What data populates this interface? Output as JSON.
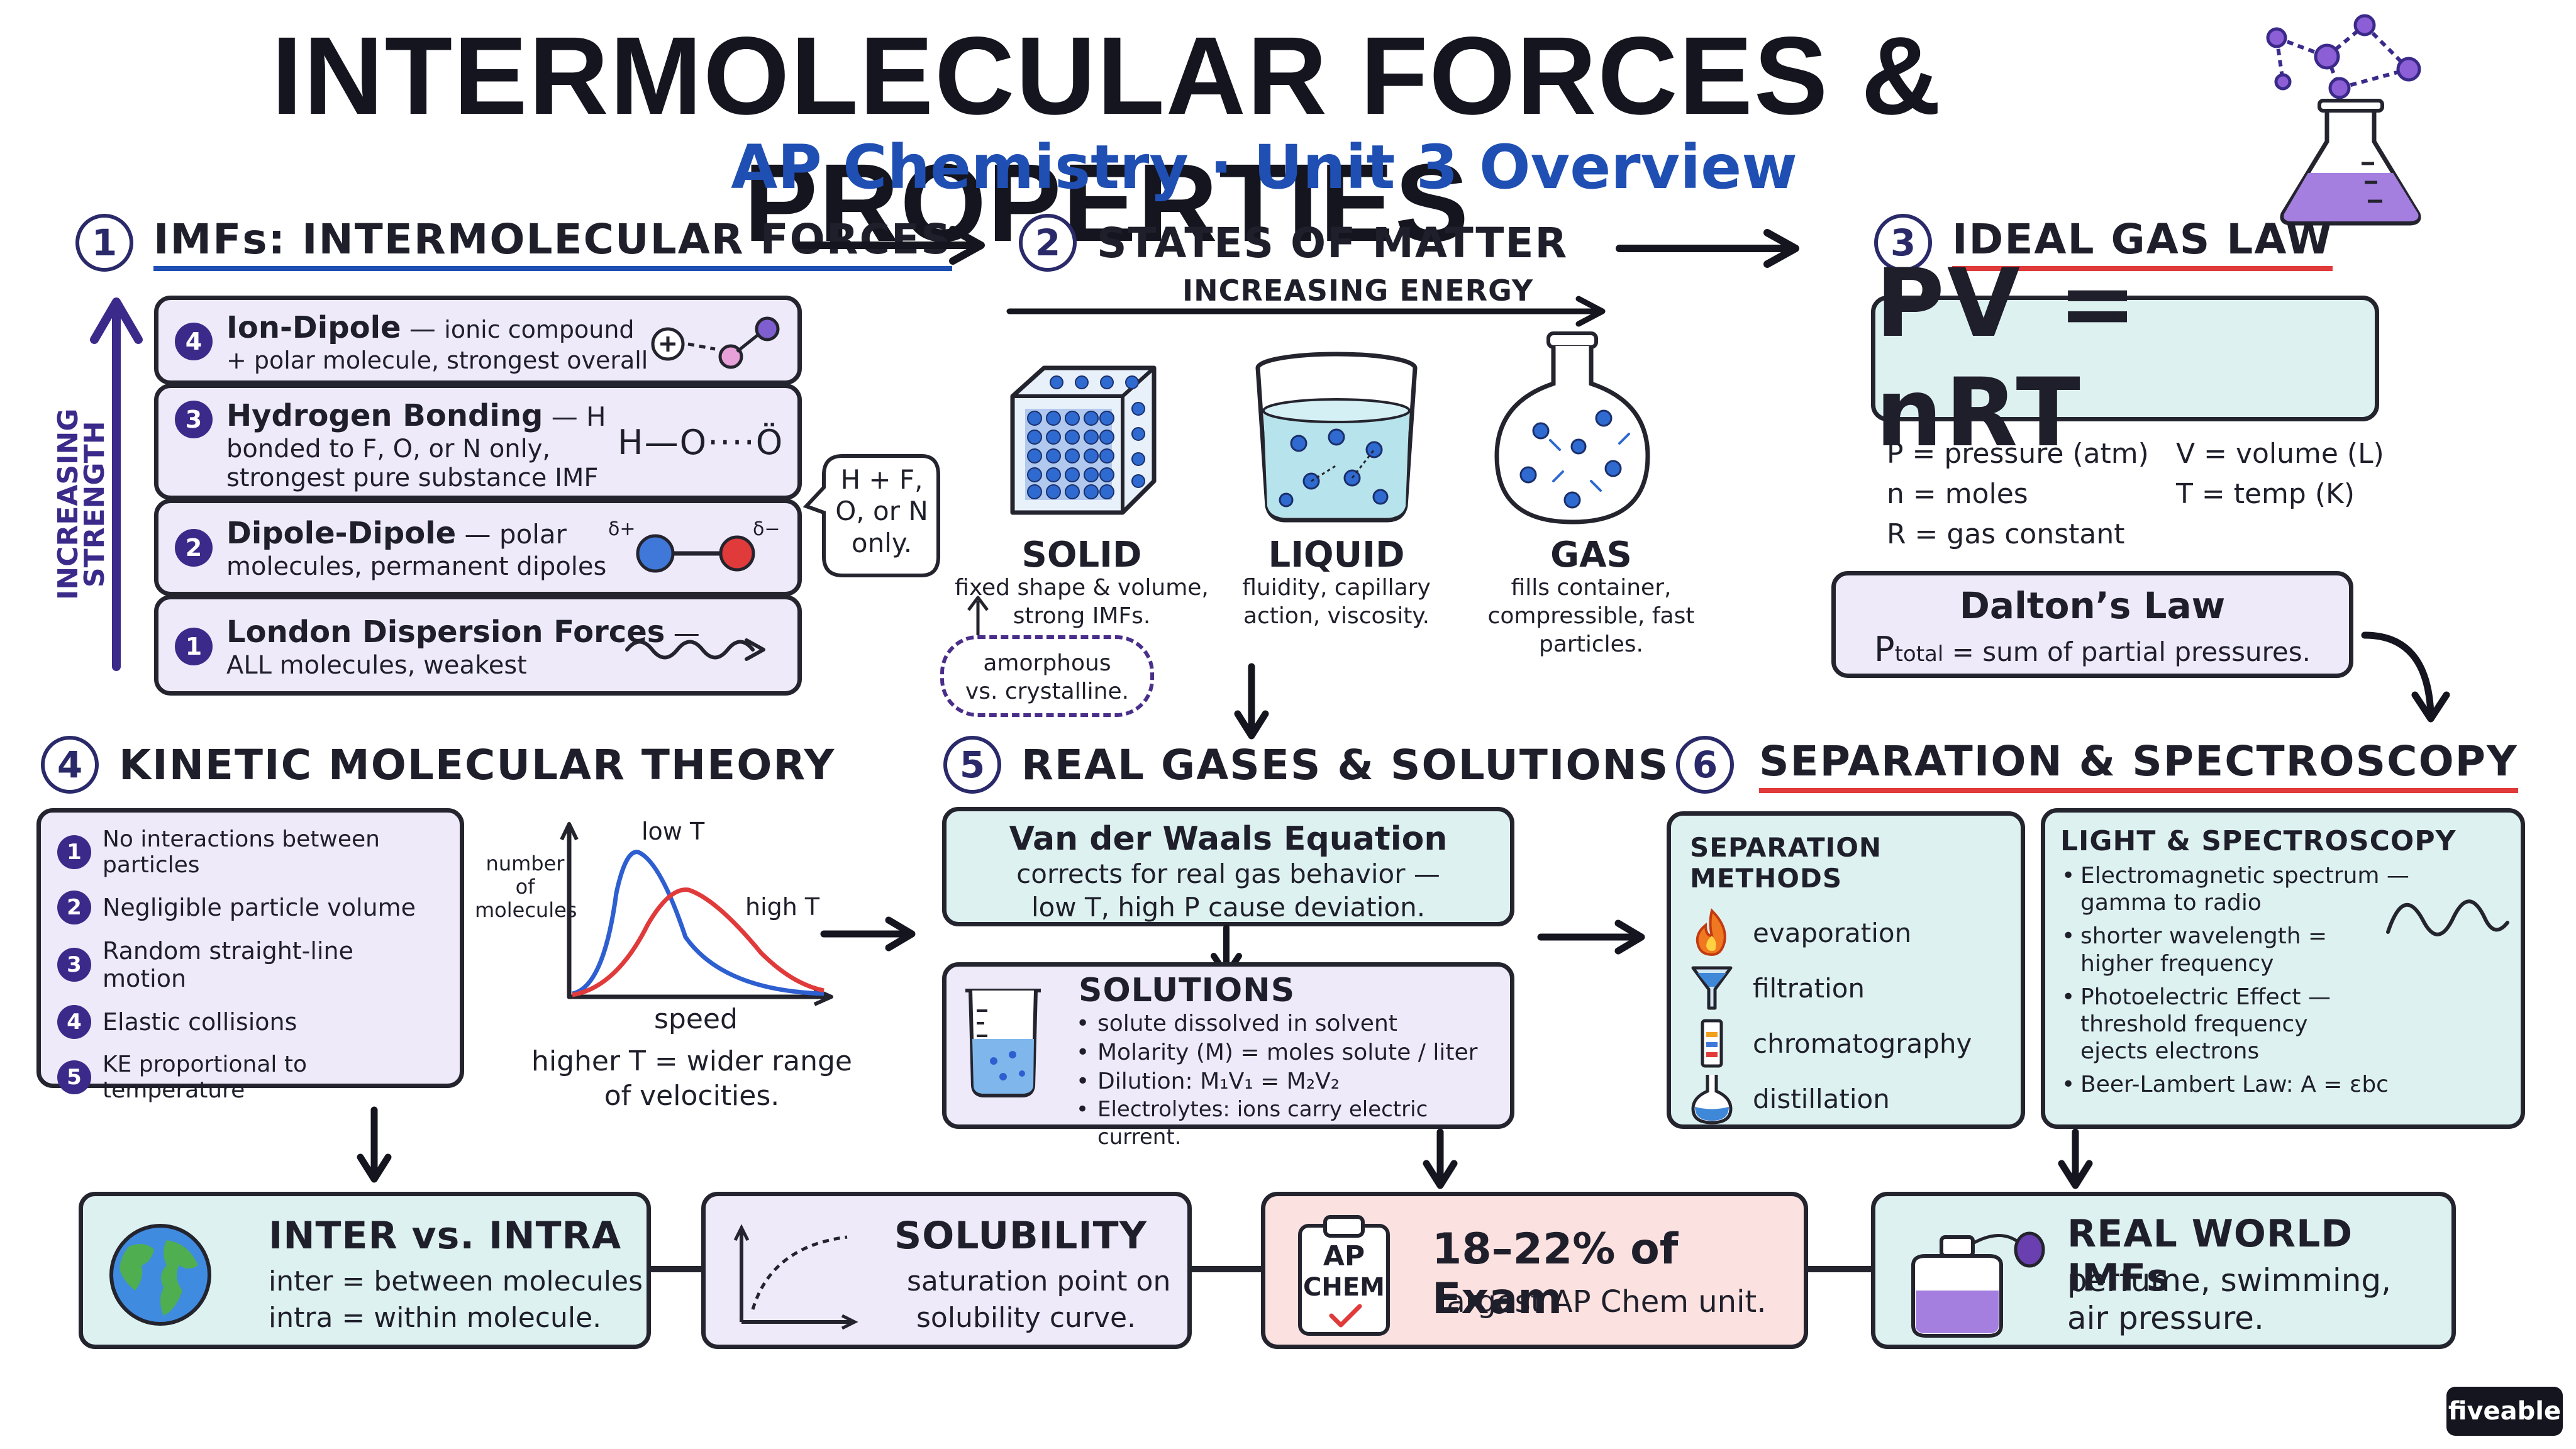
{
  "header": {
    "title": "INTERMOLECULAR FORCES & PROPERTIES",
    "subtitle": "AP Chemistry · Unit 3 Overview"
  },
  "colors": {
    "ink": "#1f1f2b",
    "accent_blue": "#1f4fb3",
    "accent_purple": "#3b2a8a",
    "accent_red": "#e03a3a",
    "lavender": "#efeafa",
    "mint": "#ddf2f0",
    "pink": "#fbe1e0"
  },
  "s1": {
    "num": "1",
    "title": "IMFs: INTERMOLECULAR FORCES",
    "axis_label": "INCREASING STRENGTH",
    "items": [
      {
        "num": "4",
        "name": "Ion-Dipole",
        "dash": " — ",
        "desc1": "ionic compound",
        "desc2": "+ polar molecule, strongest overall"
      },
      {
        "num": "3",
        "name": "Hydrogen Bonding",
        "dash": " — ",
        "desc1": "H",
        "desc2": "bonded to F, O, or N only,",
        "desc3": "strongest pure substance IMF",
        "formula": "H—O····Ö"
      },
      {
        "num": "2",
        "name": "Dipole-Dipole",
        "dash": " — ",
        "desc1": "polar",
        "desc2": "molecules, permanent dipoles",
        "d_plus": "δ+",
        "d_minus": "δ−"
      },
      {
        "num": "1",
        "name": "London Dispersion Forces",
        "dash": " — ",
        "desc2": "ALL molecules, weakest"
      }
    ],
    "callout": [
      "H + F,",
      "O, or N",
      "only."
    ]
  },
  "s2": {
    "num": "2",
    "title": "STATES OF MATTER",
    "energy_label": "INCREASING ENERGY",
    "states": [
      {
        "name": "SOLID",
        "desc": [
          "fixed shape & volume,",
          "strong IMFs."
        ]
      },
      {
        "name": "LIQUID",
        "desc": [
          "fluidity, capillary",
          "action, viscosity."
        ]
      },
      {
        "name": "GAS",
        "desc": [
          "fills container,",
          "compressible, fast",
          "particles."
        ]
      }
    ],
    "solid_note": [
      "amorphous",
      "vs. crystalline."
    ]
  },
  "s3": {
    "num": "3",
    "title": "IDEAL GAS LAW",
    "equation": "PV = nRT",
    "vars": [
      "P = pressure (atm)",
      "V = volume (L)",
      "n = moles",
      "T = temp (K)",
      "R = gas constant"
    ],
    "dalton_title": "Dalton’s Law",
    "dalton_p": "P",
    "dalton_sub": "total",
    "dalton_rest": " = sum of partial pressures."
  },
  "s4": {
    "num": "4",
    "title": "KINETIC MOLECULAR THEORY",
    "items": [
      {
        "num": "1",
        "text": "No interactions between particles"
      },
      {
        "num": "2",
        "text": "Negligible particle volume"
      },
      {
        "num": "3",
        "text": "Random straight-line motion"
      },
      {
        "num": "4",
        "text": "Elastic collisions"
      },
      {
        "num": "5",
        "text": "KE proportional to temperature"
      }
    ],
    "graph": {
      "ylabel": [
        "number",
        "of",
        "molecules"
      ],
      "xlabel": "speed",
      "low": "low T",
      "high": "high T",
      "caption": [
        "higher T = wider range",
        "of velocities."
      ]
    }
  },
  "s5": {
    "num": "5",
    "title": "REAL GASES & SOLUTIONS",
    "vdw_title": "Van der Waals Equation",
    "vdw_desc": [
      "corrects for real gas behavior —",
      "low T, high P cause deviation."
    ],
    "sol_title": "SOLUTIONS",
    "sol_items": [
      "solute dissolved in solvent",
      "Molarity (M) = moles solute / liter",
      "Dilution: M₁V₁ = M₂V₂",
      "Electrolytes: ions carry electric current."
    ]
  },
  "s6": {
    "num": "6",
    "title": "SEPARATION & SPECTROSCOPY",
    "sep_title": "SEPARATION METHODS",
    "sep_items": [
      "evaporation",
      "filtration",
      "chromatography",
      "distillation"
    ],
    "light_title": "LIGHT & SPECTROSCOPY",
    "light_items": [
      "Electromagnetic spectrum —",
      "gamma to radio",
      "shorter wavelength =",
      "higher frequency",
      "Photoelectric Effect —",
      "threshold frequency",
      "ejects electrons",
      "Beer-Lambert Law: A = εbc"
    ]
  },
  "bottom": {
    "inter": {
      "title": "INTER vs. INTRA",
      "l1": "inter = between molecules",
      "l2": "intra = within molecule."
    },
    "solub": {
      "title": "SOLUBILITY",
      "l1": "saturation point on",
      "l2": "solubility curve."
    },
    "exam": {
      "badge1": "AP",
      "badge2": "CHEM",
      "title": "18–22% of Exam",
      "l1": "largest AP Chem unit."
    },
    "real": {
      "title": "REAL WORLD IMFs",
      "l1": "perfume, swimming,",
      "l2": "air pressure."
    }
  },
  "brand": "fiveable"
}
